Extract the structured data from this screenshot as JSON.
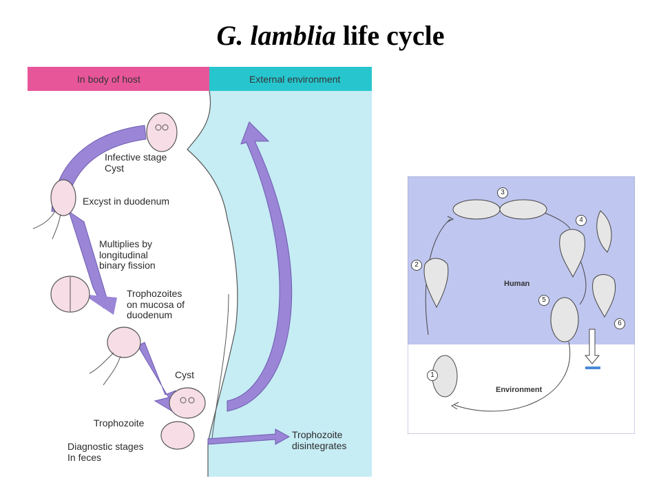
{
  "title": {
    "italic": "G. lamblia",
    "rest": "life cycle"
  },
  "left_diagram": {
    "header_host": "In body of host",
    "header_env": "External environment",
    "labels": {
      "infective_1": "Infective stage",
      "infective_2": "Cyst",
      "excyst": "Excyst in duodenum",
      "multiplies_1": "Multiplies by",
      "multiplies_2": "longitudinal",
      "multiplies_3": "binary fission",
      "tropho_mucosa_1": "Trophozoites",
      "tropho_mucosa_2": "on mucosa of",
      "tropho_mucosa_3": "duodenum",
      "cyst": "Cyst",
      "trophozoite": "Trophozoite",
      "diagnostic_1": "Diagnostic stages",
      "diagnostic_2": "In feces",
      "disintegrates_1": "Trophozoite",
      "disintegrates_2": "disintegrates"
    },
    "colors": {
      "host_header": "#e8569a",
      "env_header": "#27c6cf",
      "env_bg": "#c6ecf4",
      "arrow": "#9a85d6"
    }
  },
  "right_diagram": {
    "region_human": "Human",
    "region_environment": "Environment",
    "stage_numbers": [
      "1",
      "2",
      "3",
      "4",
      "5",
      "6"
    ],
    "colors": {
      "human_bg": "#bfc6ef",
      "environment_bg": "#ffffff"
    }
  }
}
